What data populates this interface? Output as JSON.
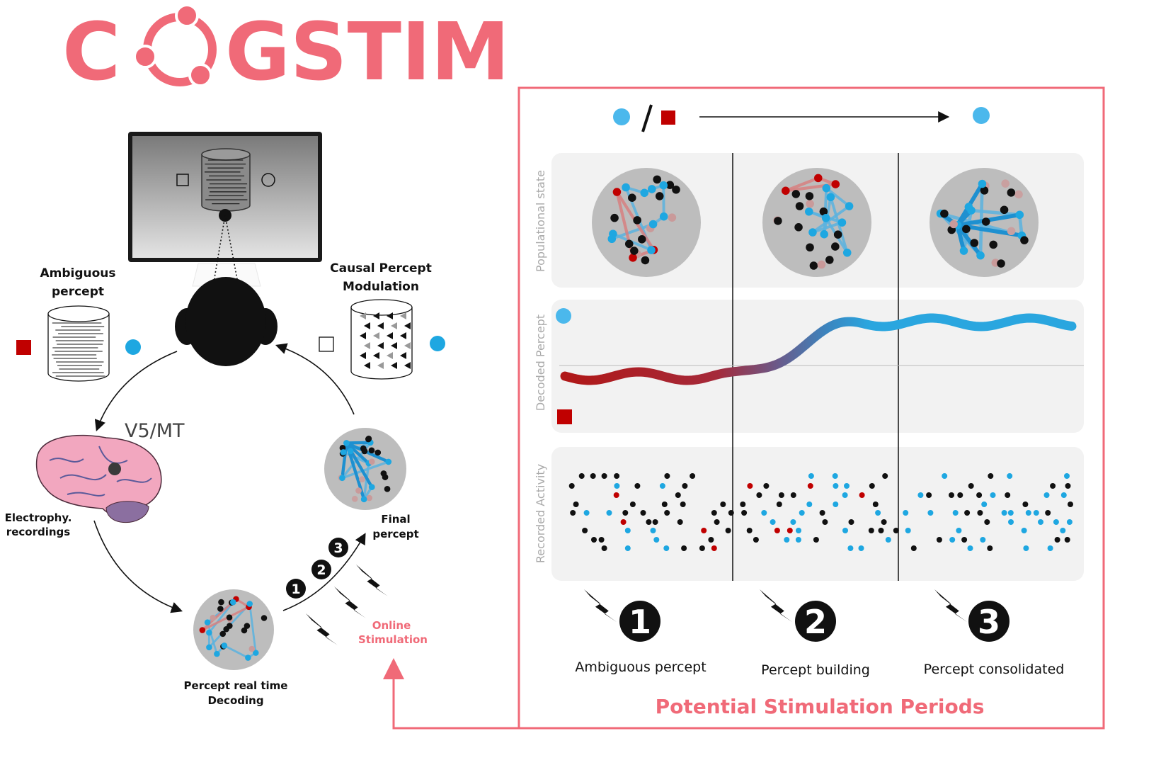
{
  "logo": {
    "text": "COGSTIM",
    "prefix": "C",
    "suffix": "GSTIM"
  },
  "left": {
    "ambiguous_percept": [
      "Ambiguous",
      "percept"
    ],
    "causal_modulation": [
      "Causal Percept",
      "Modulation"
    ],
    "v5mt": "V5/MT",
    "electrophy": [
      "Electrophy.",
      "recordings"
    ],
    "decoding": [
      "Percept real time",
      "Decoding"
    ],
    "final_percept": [
      "Final",
      "percept"
    ],
    "online_stim": [
      "Online",
      "Stimulation"
    ],
    "steps": [
      "1",
      "2",
      "3"
    ]
  },
  "right": {
    "row_labels": [
      "Populational state",
      "Decoded Percept",
      "Recorded Activity"
    ],
    "periods": [
      {
        "num": "1",
        "label": "Ambiguous percept"
      },
      {
        "num": "2",
        "label": "Percept building"
      },
      {
        "num": "3",
        "label": "Percept consolidated"
      }
    ],
    "footer": "Potential Stimulation Periods"
  },
  "colors": {
    "accent_pink": "#f06a78",
    "blue": "#1ea7e1",
    "red": "#c00000",
    "panel_bg": "#f2f2f2",
    "disc_gray": "#bdbdbd"
  },
  "decoded_percept": {
    "segments": [
      "Ambiguous percept",
      "Percept building",
      "Percept consolidated"
    ],
    "start_state": "red-square",
    "end_state": "blue-circle"
  }
}
